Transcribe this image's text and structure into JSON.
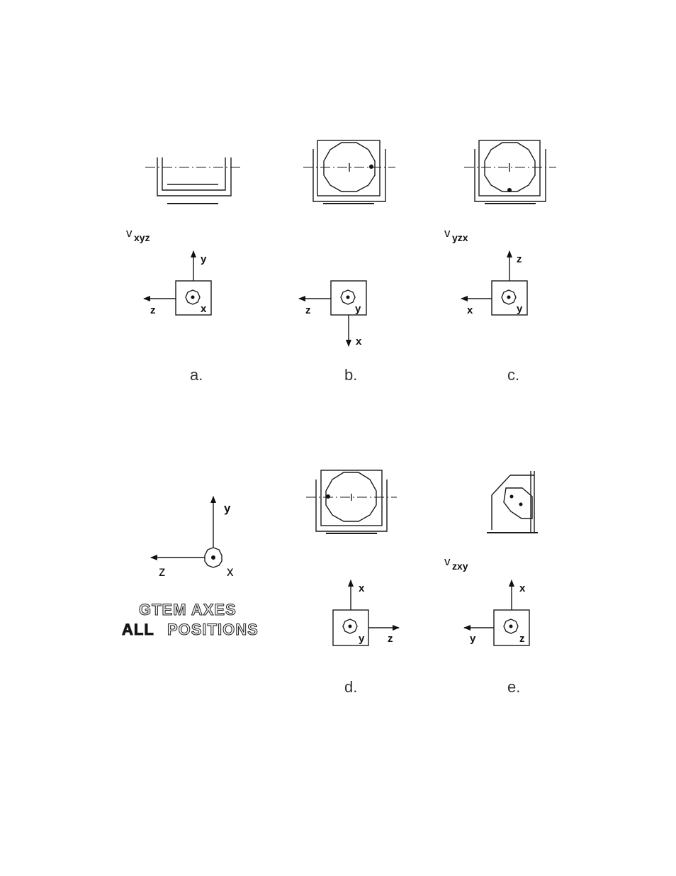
{
  "panels": {
    "a": {
      "view_main": "v",
      "view_sub": "xyz",
      "axis_up": "y",
      "axis_left": "z",
      "axis_center": "x",
      "caption": "a."
    },
    "b": {
      "axis_left": "z",
      "axis_center": "y",
      "axis_down": "x",
      "caption": "b."
    },
    "c": {
      "view_main": "v",
      "view_sub": "yzx",
      "axis_up": "z",
      "axis_left": "x",
      "axis_center": "y",
      "caption": "c."
    },
    "d": {
      "axis_up": "x",
      "axis_right": "z",
      "axis_center": "y",
      "caption": "d."
    },
    "e": {
      "view_main": "v",
      "view_sub": "zxy",
      "axis_up": "x",
      "axis_left": "y",
      "axis_center": "z",
      "caption": "e."
    }
  },
  "gtem": {
    "axis_up": "y",
    "axis_left": "z",
    "axis_center": "x",
    "title_line1": "GTEM  AXES",
    "title_line2_a": "ALL",
    "title_line2_b": "POSITIONS"
  }
}
